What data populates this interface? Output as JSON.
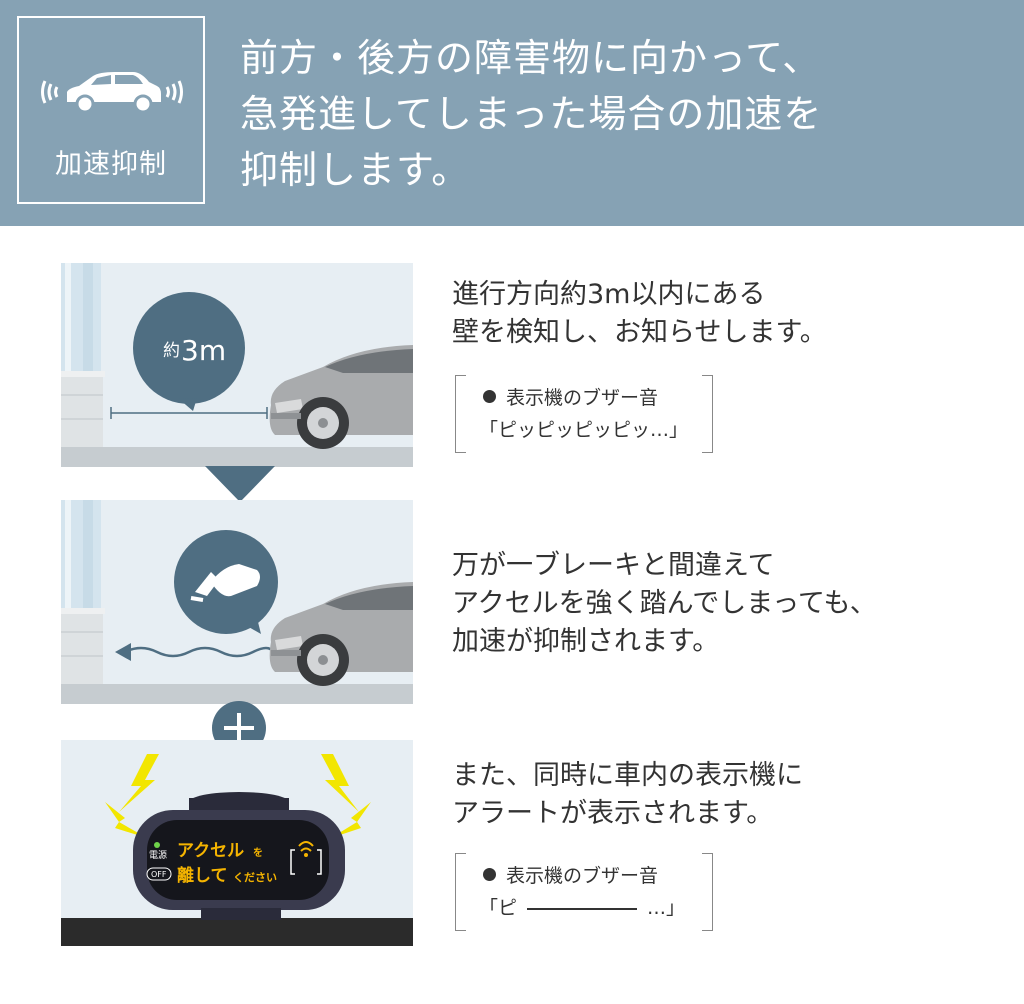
{
  "header": {
    "badge_label": "加速抑制",
    "headline_lines": [
      "前方・後方の障害物に向かって、",
      "急発進してしまった場合の加速を",
      "抑制します。"
    ]
  },
  "steps": [
    {
      "bubble_label_small": "約",
      "bubble_label": "3m",
      "description_lines": [
        "進行方向約3m以内にある",
        "壁を検知し、お知らせします。"
      ],
      "sound_label": "表示機のブザー音",
      "sound_text": "「ピッピッピッピッ…」"
    },
    {
      "description_lines": [
        "万が一ブレーキと間違えて",
        "アクセルを強く踏んでしまっても、",
        "加速が抑制されます。"
      ]
    },
    {
      "display_power": "電源",
      "display_off": "OFF",
      "display_line1_main": "アクセル",
      "display_line1_small": "を",
      "display_line2_main": "離して",
      "display_line2_small": "ください",
      "description_lines": [
        "また、同時に車内の表示機に",
        "アラートが表示されます。"
      ],
      "sound_label": "表示機のブザー音",
      "sound_text_start": "「ピ",
      "sound_text_end": "…」"
    }
  ],
  "colors": {
    "header_bg": "#86a2b4",
    "accent_dark": "#4f6e82",
    "display_text": "#f5b400",
    "alert_yellow": "#f2e600"
  }
}
